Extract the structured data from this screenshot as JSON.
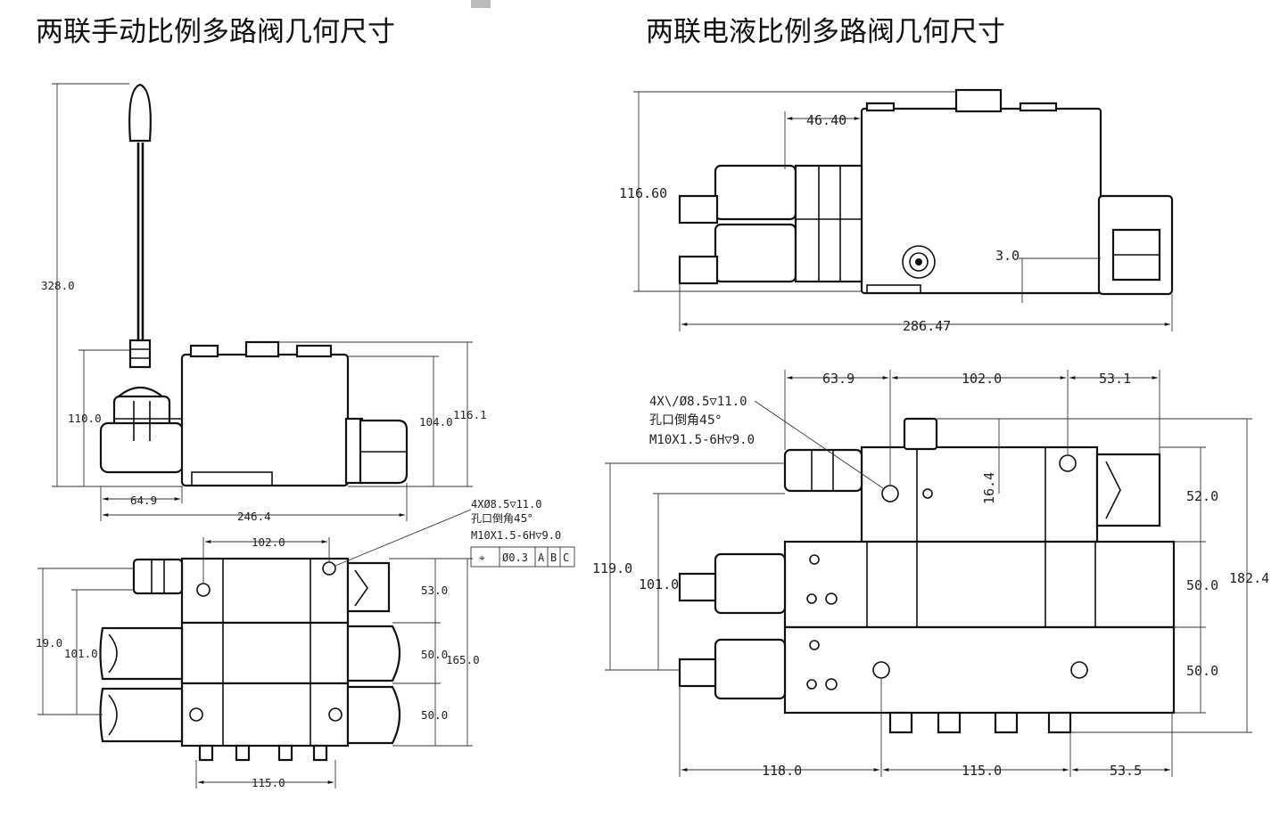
{
  "titles": {
    "left": "两联手动比例多路阀几何尺寸",
    "right": "两联电液比例多路阀几何尺寸"
  },
  "left_side_view": {
    "dims": {
      "total_height": "328.0",
      "body_height_left": "110.0",
      "body_height_right": "104.0",
      "overall_height": "116.1",
      "lever_offset": "64.9",
      "total_length": "246.4"
    }
  },
  "left_top_view": {
    "dims": {
      "hole_spacing": "102.0",
      "left_height": "19.0",
      "inner_height": "101.0",
      "section_1": "53.0",
      "section_2": "50.0",
      "section_3": "50.0",
      "total": "165.0",
      "bottom_width": "115.0"
    },
    "note": {
      "line1": "4XØ8.5▽11.0",
      "line2": "孔口倒角45°",
      "line3": "M10X1.5-6H▽9.0"
    },
    "tolerance": {
      "symbol": "⌖",
      "value": "Ø0.3",
      "datum_a": "A",
      "datum_b": "B",
      "datum_c": "C"
    }
  },
  "right_side_view": {
    "dims": {
      "solenoid_offset": "46.40",
      "height": "116.60",
      "gap": "3.0",
      "total_length": "286.47"
    }
  },
  "right_top_view": {
    "dims": {
      "offset_left": "63.9",
      "hole_spacing": "102.0",
      "offset_right": "53.1",
      "port_height": "16.4",
      "outer_height": "119.0",
      "inner_height": "101.0",
      "section_1": "52.0",
      "section_2": "50.0",
      "section_3": "50.0",
      "total": "182.4",
      "bottom_left": "118.0",
      "bottom_mid": "115.0",
      "bottom_right": "53.5"
    },
    "note": {
      "line1": "4X\\/Ø8.5▽11.0",
      "line2": "孔口倒角45°",
      "line3": "M10X1.5-6H▽9.0"
    }
  }
}
